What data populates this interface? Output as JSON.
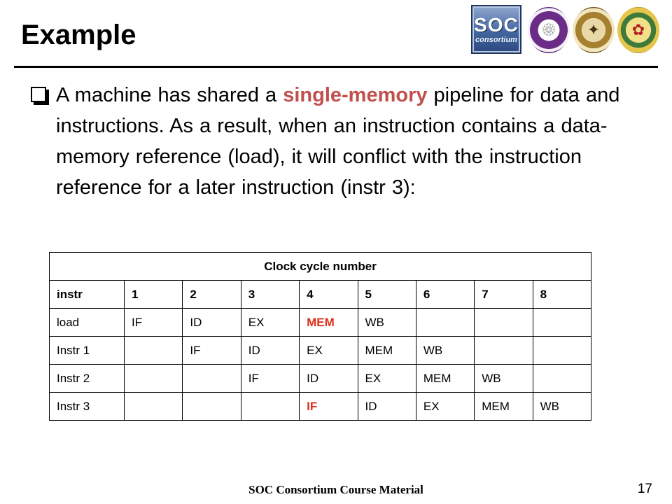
{
  "slide": {
    "title": "Example",
    "footer": "SOC Consortium Course Material",
    "page_number": "17"
  },
  "logos": [
    {
      "icon": "soc-consortium-logo",
      "main": "SOC",
      "sub": "consortium"
    },
    {
      "icon": "university-seal-purple"
    },
    {
      "icon": "university-seal-gold"
    },
    {
      "icon": "university-seal-green"
    }
  ],
  "bullet": {
    "icon": "square-bullet-icon",
    "text_before": "A machine has shared a ",
    "highlight": "single-memory",
    "text_after": " pipeline for data and instructions. As a result, when an instruction contains a data-memory reference (load), it will conflict with the instruction reference for a later instruction (instr 3):",
    "highlight_color": "#c0504d"
  },
  "table": {
    "caption": "Clock cycle number",
    "header": [
      "instr",
      "1",
      "2",
      "3",
      "4",
      "5",
      "6",
      "7",
      "8"
    ],
    "rows": [
      [
        "load",
        "IF",
        "ID",
        "EX",
        "MEM",
        "WB",
        "",
        "",
        ""
      ],
      [
        "Instr 1",
        "",
        "IF",
        "ID",
        "EX",
        "MEM",
        "WB",
        "",
        ""
      ],
      [
        "Instr 2",
        "",
        "",
        "IF",
        "ID",
        "EX",
        "MEM",
        "WB",
        ""
      ],
      [
        "Instr 3",
        "",
        "",
        "",
        "IF",
        "ID",
        "EX",
        "MEM",
        "WB"
      ]
    ],
    "conflict_color": "#e0301e"
  }
}
